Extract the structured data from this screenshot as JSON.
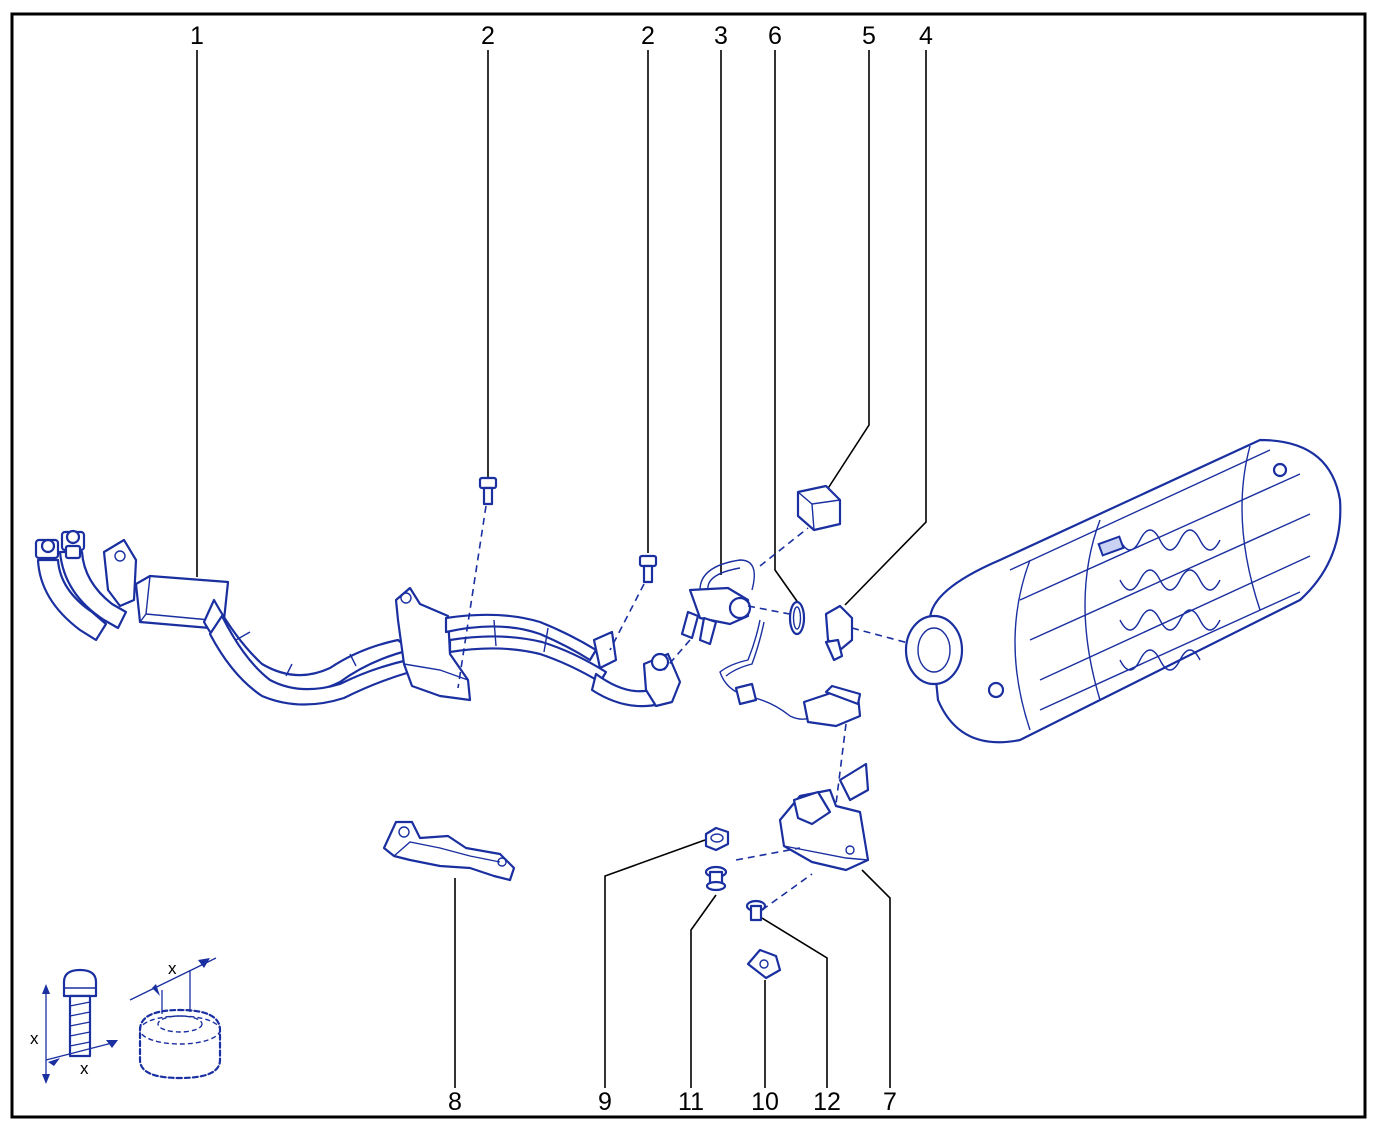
{
  "callouts": {
    "c1": "1",
    "c2a": "2",
    "c2b": "2",
    "c3": "3",
    "c6": "6",
    "c5": "5",
    "c4": "4",
    "c8": "8",
    "c9": "9",
    "c11": "11",
    "c10": "10",
    "c12": "12",
    "c7": "7"
  },
  "dimension": {
    "x_bolt_height": "x",
    "x_bolt_width": "x",
    "x_nut_width": "x"
  },
  "colors": {
    "line": "#1a2fa0",
    "fill": "#c9d2f2",
    "frame": "#000000"
  }
}
